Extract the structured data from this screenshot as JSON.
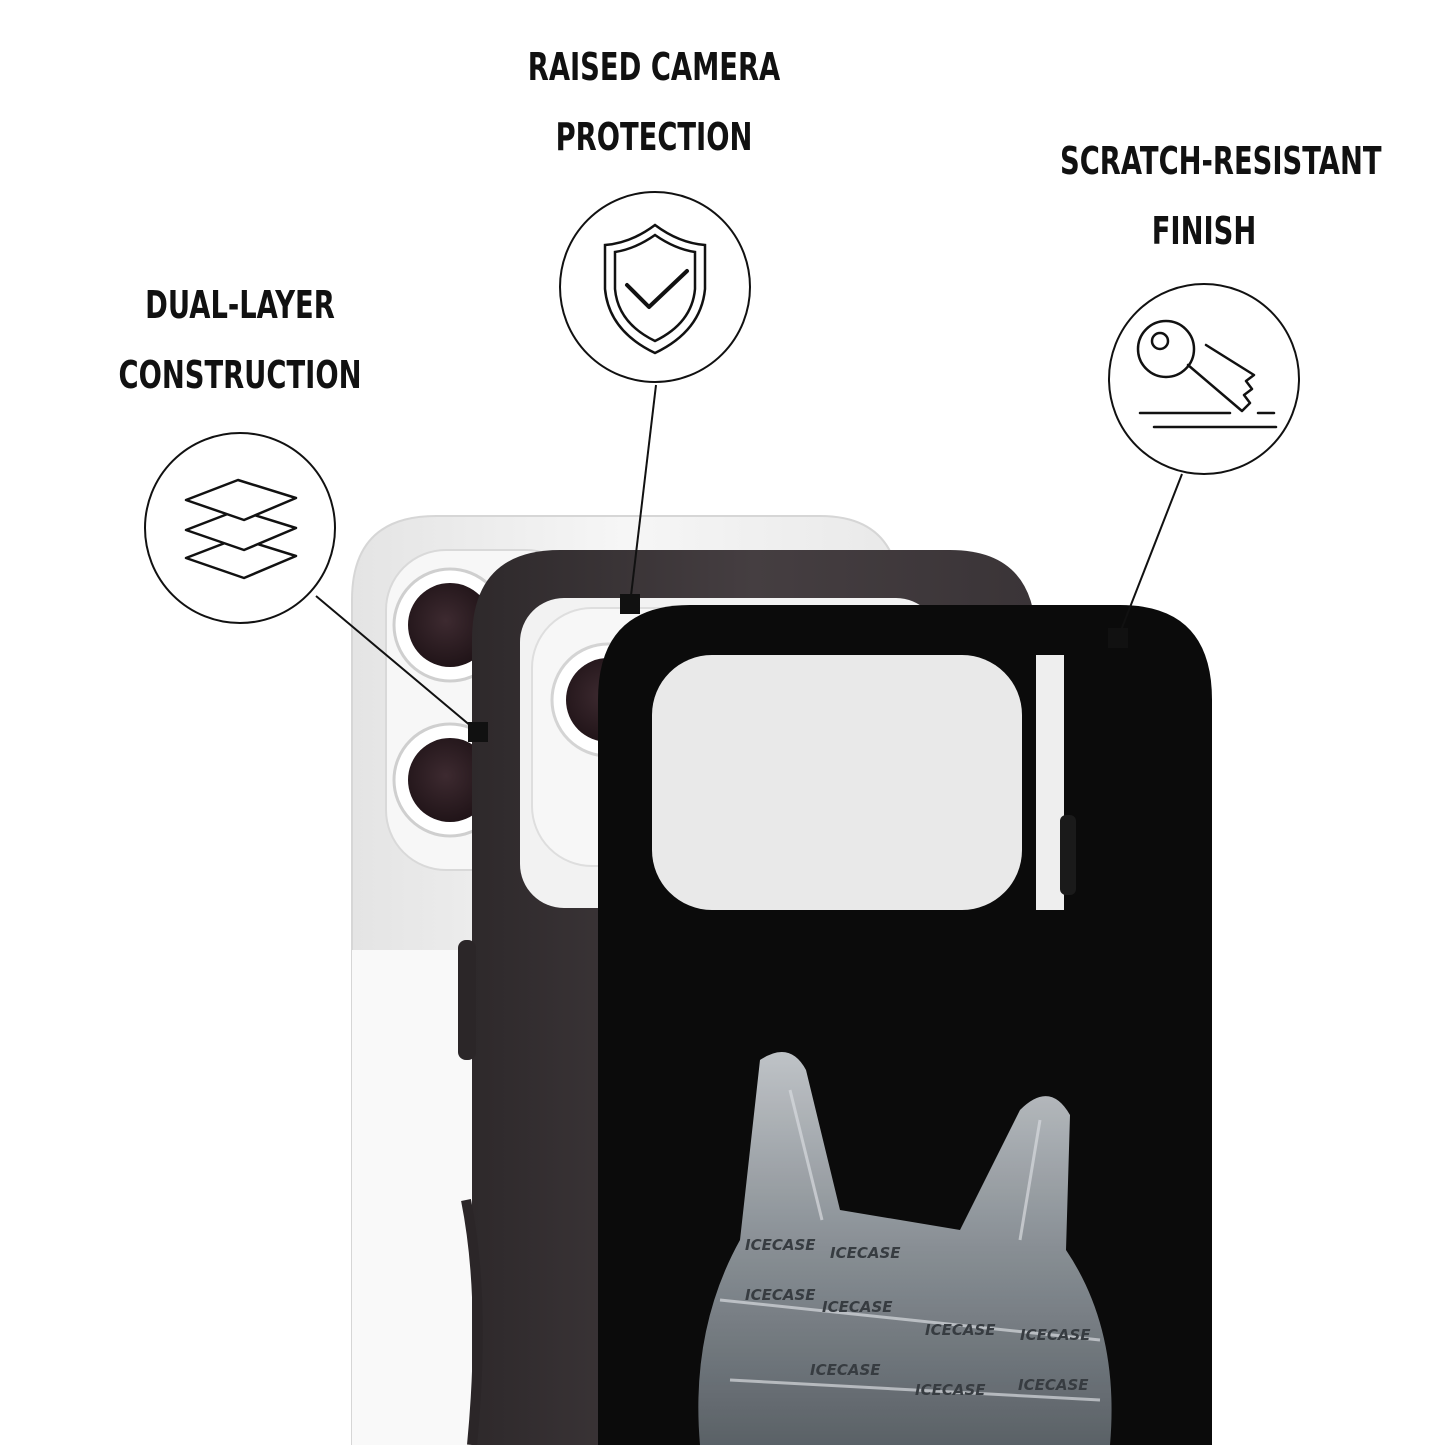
{
  "features": [
    {
      "id": "dual-layer",
      "lines": [
        "DUAL-LAYER",
        "CONSTRUCTION"
      ],
      "icon": "layers-icon"
    },
    {
      "id": "camera",
      "lines": [
        "RAISED CAMERA",
        "PROTECTION"
      ],
      "icon": "shield-check-icon"
    },
    {
      "id": "scratch",
      "lines": [
        "SCRATCH-RESISTANT",
        "FINISH"
      ],
      "icon": "key-scratch-icon"
    }
  ],
  "product": {
    "brand_print": "ICECASE"
  },
  "colors": {
    "phone_white": "#efefef",
    "inner_layer": "#3b3538",
    "outer_case": "#0b0b0b",
    "lens": "#2a1e22",
    "line": "#111111"
  }
}
